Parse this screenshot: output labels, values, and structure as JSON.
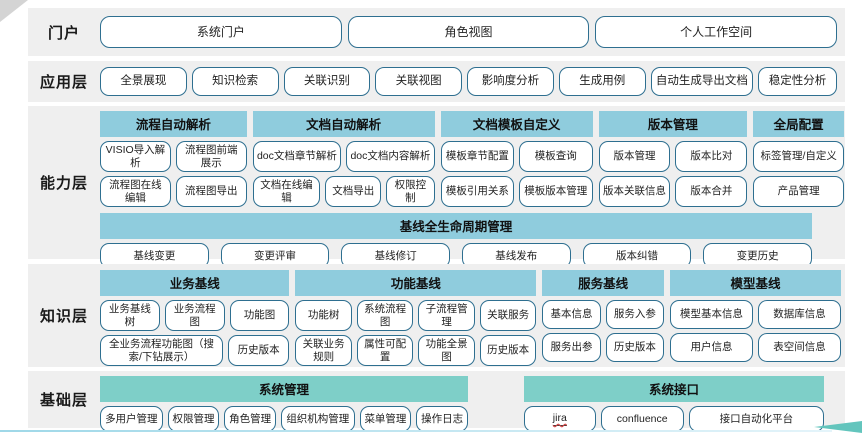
{
  "colors": {
    "band_bg": "#efefef",
    "header_blue": "#8fccdd",
    "header_teal": "#7ecfc8",
    "button_border": "#2e6f90",
    "accent_line": "#9fd8e8",
    "arrow": "#63c5bd"
  },
  "layers": {
    "portal": {
      "label": "门户",
      "items": [
        "系统门户",
        "角色视图",
        "个人工作空间"
      ]
    },
    "application": {
      "label": "应用层",
      "items": [
        "全景展现",
        "知识检索",
        "关联识别",
        "关联视图",
        "影响度分析",
        "生成用例",
        "自动生成导出文档",
        "稳定性分析"
      ]
    },
    "capability": {
      "label": "能力层",
      "groups": [
        {
          "title": "流程自动解析",
          "rows": [
            [
              "VISIO导入解析",
              "流程图前端展示"
            ],
            [
              "流程图在线编辑",
              "流程图导出"
            ]
          ]
        },
        {
          "title": "文档自动解析",
          "rows": [
            [
              "doc文档章节解析",
              "doc文档内容解析"
            ],
            [
              "文档在线编辑",
              "文档导出",
              "权限控制"
            ]
          ]
        },
        {
          "title": "文档模板自定义",
          "rows": [
            [
              "模板章节配置",
              "模板查询"
            ],
            [
              "模板引用关系",
              "模板版本管理"
            ]
          ]
        },
        {
          "title": "版本管理",
          "rows": [
            [
              "版本管理",
              "版本比对"
            ],
            [
              "版本关联信息",
              "版本合并"
            ]
          ]
        },
        {
          "title": "全局配置",
          "rows": [
            [
              "标签管理/自定义"
            ],
            [
              "产品管理"
            ]
          ]
        }
      ],
      "baseline": {
        "title": "基线全生命周期管理",
        "items": [
          "基线变更",
          "变更评审",
          "基线修订",
          "基线发布",
          "版本纠错",
          "变更历史"
        ]
      }
    },
    "knowledge": {
      "label": "知识层",
      "groups": [
        {
          "title": "业务基线",
          "rows": [
            [
              "业务基线树",
              "业务流程图",
              "功能图"
            ],
            [
              "全业务流程功能图（搜索/下钻展示）",
              "历史版本"
            ]
          ]
        },
        {
          "title": "功能基线",
          "rows": [
            [
              "功能树",
              "系统流程图",
              "子流程管理",
              "关联服务"
            ],
            [
              "关联业务规则",
              "属性可配置",
              "功能全景图",
              "历史版本"
            ]
          ]
        },
        {
          "title": "服务基线",
          "rows": [
            [
              "基本信息",
              "服务入参"
            ],
            [
              "服务出参",
              "历史版本"
            ]
          ]
        },
        {
          "title": "模型基线",
          "rows": [
            [
              "模型基本信息",
              "数据库信息"
            ],
            [
              "用户信息",
              "表空间信息"
            ]
          ]
        }
      ]
    },
    "foundation": {
      "label": "基础层",
      "groups": [
        {
          "title": "系统管理",
          "items": [
            "多用户管理",
            "权限管理",
            "角色管理",
            "组织机构管理",
            "菜单管理",
            "操作日志"
          ]
        },
        {
          "title": "系统接口",
          "items": [
            "jira",
            "confluence",
            "接口自动化平台"
          ]
        }
      ]
    }
  }
}
